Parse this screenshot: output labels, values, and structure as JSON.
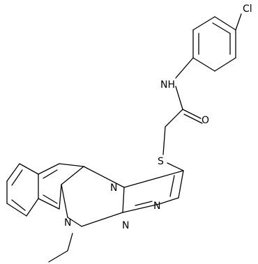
{
  "molecule": {
    "atoms": {
      "cl": "Cl",
      "nh": "NH",
      "o": "O",
      "s": "S",
      "n_bridge": "N",
      "n_triazole_a": "N",
      "n_triazole_b": "N",
      "n_ethyl": "N"
    }
  }
}
